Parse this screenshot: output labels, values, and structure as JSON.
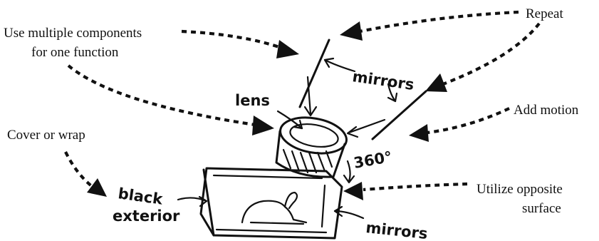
{
  "labels": {
    "use_multiple": [
      "Use multiple components",
      "for one function"
    ],
    "repeat": "Repeat",
    "add_motion": "Add motion",
    "cover_or_wrap": "Cover or wrap",
    "utilize_opposite": [
      "Utilize opposite",
      "surface"
    ]
  },
  "sketch": {
    "mirrors_top": "mirrors",
    "lens": "lens",
    "rotation": "360°",
    "black_exterior": [
      "black",
      "exterior"
    ],
    "mirrors_bottom": "mirrors"
  },
  "icons": {
    "arrow": "dashed-arrow",
    "drawing": "camera-device-sketch"
  }
}
